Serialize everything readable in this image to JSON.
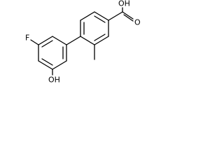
{
  "structure": {
    "labels": {
      "fluorine": "F",
      "hydroxyl": "OH",
      "carboxyl_oxygen": "O",
      "carboxyl_hydroxyl": "OH"
    },
    "colors": {
      "bond": "#000000",
      "text": "#000000",
      "background": "#ffffff"
    }
  }
}
